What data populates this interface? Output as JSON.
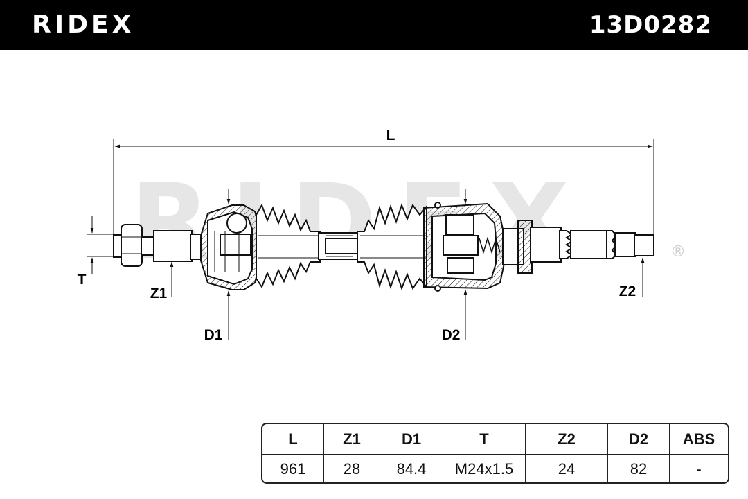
{
  "header": {
    "brand": "RIDEX",
    "part_number": "13D0282"
  },
  "watermark": {
    "text": "RIDEX",
    "registered_mark": "®"
  },
  "diagram": {
    "labels": {
      "length": "L",
      "thread": "T",
      "z1": "Z1",
      "d1": "D1",
      "d2": "D2",
      "z2": "Z2"
    }
  },
  "spec_table": {
    "headers": [
      "L",
      "Z1",
      "D1",
      "T",
      "Z2",
      "D2",
      "ABS"
    ],
    "values": [
      "961",
      "28",
      "84.4",
      "M24x1.5",
      "24",
      "82",
      "-"
    ]
  },
  "colors": {
    "header_bg": "#000000",
    "header_text": "#ffffff",
    "watermark": "#e6e6e6",
    "line": "#111111"
  }
}
